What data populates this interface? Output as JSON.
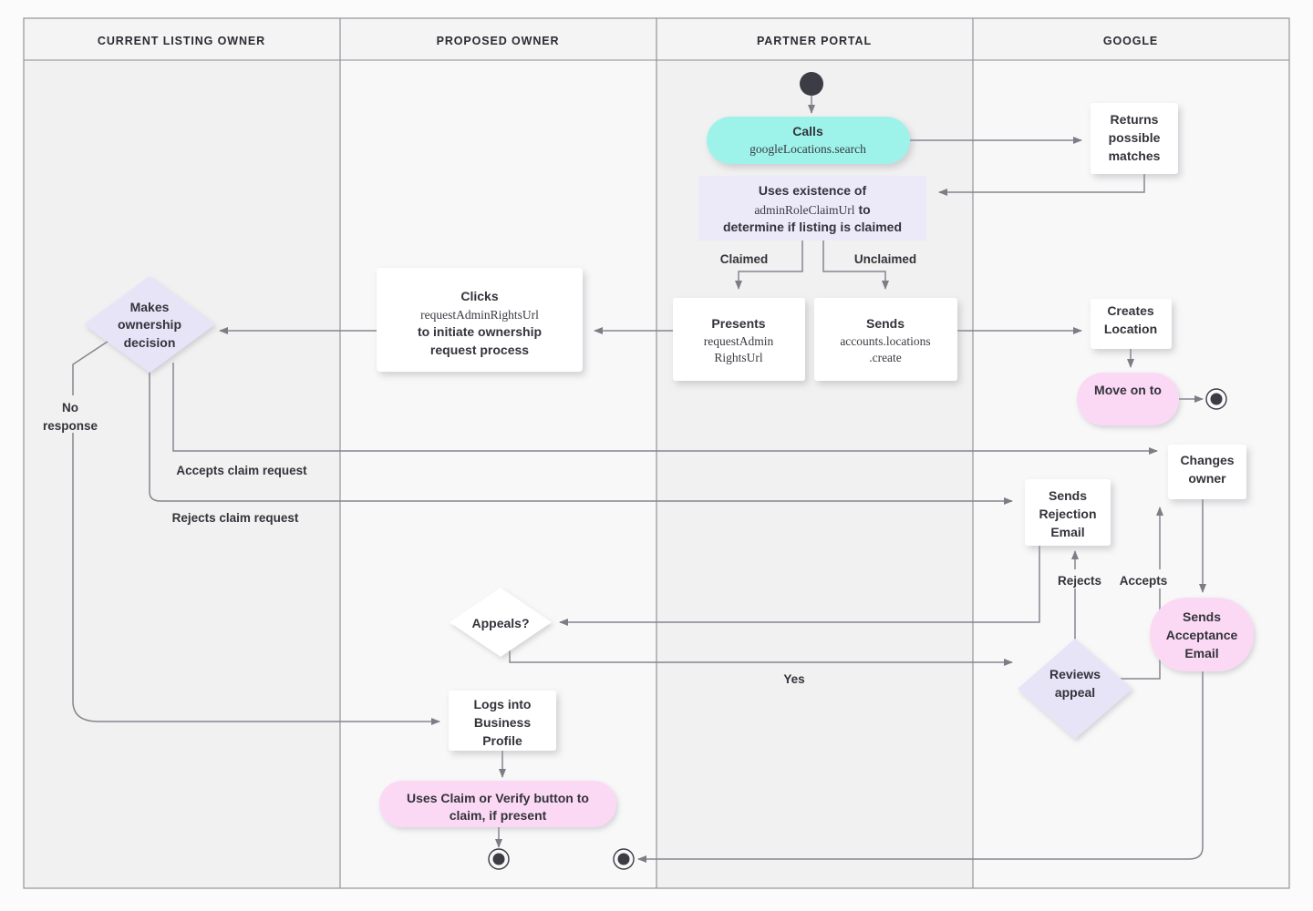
{
  "diagram": {
    "title": "Business Profile listing ownership transfer flow",
    "type": "swimlane-flowchart",
    "background": "#fbfbfb",
    "colors": {
      "lane_dark": "#f1f1f1",
      "lane_light": "#f8f8f8",
      "lane_border": "#8b8b93",
      "node_white": "#ffffff",
      "node_cyan": "#9df3ea",
      "node_lavender": "#e8e4f8",
      "node_pink": "#fbd9f4",
      "edge": "#85858f",
      "text": "#33333b",
      "terminal": "#3c3c44"
    },
    "lanes": [
      {
        "id": "lane-current-listing-owner",
        "label": "CURRENT LISTING OWNER",
        "shade": "dark"
      },
      {
        "id": "lane-proposed-owner",
        "label": "PROPOSED OWNER",
        "shade": "light"
      },
      {
        "id": "lane-partner-portal",
        "label": "PARTNER PORTAL",
        "shade": "dark"
      },
      {
        "id": "lane-google",
        "label": "GOOGLE",
        "shade": "light"
      }
    ],
    "nodes": [
      {
        "id": "start-node",
        "shape": "start-circle",
        "lane": "PARTNER PORTAL",
        "label": ""
      },
      {
        "id": "calls-google-locations-search",
        "shape": "rounded-pill",
        "fill": "cyan",
        "lane": "PARTNER PORTAL",
        "lines": [
          {
            "text": "Calls",
            "style": "bold"
          },
          {
            "text": "googleLocations.search",
            "style": "mono"
          }
        ]
      },
      {
        "id": "returns-possible-matches",
        "shape": "rect",
        "fill": "white",
        "lane": "GOOGLE",
        "lines": [
          {
            "text": "Returns",
            "style": "bold"
          },
          {
            "text": "possible",
            "style": "bold"
          },
          {
            "text": "matches",
            "style": "bold"
          }
        ]
      },
      {
        "id": "uses-existence-of-admin-role-claim-url",
        "shape": "rect",
        "fill": "lavender",
        "lane": "PARTNER PORTAL",
        "lines": [
          {
            "text": "Uses existence of",
            "style": "bold"
          },
          {
            "text": "adminRoleClaimUrl to",
            "style": "mixed"
          },
          {
            "text": "determine if listing is claimed",
            "style": "bold"
          }
        ]
      },
      {
        "id": "presents-request-admin-rights-url",
        "shape": "rect",
        "fill": "white",
        "lane": "PARTNER PORTAL",
        "lines": [
          {
            "text": "Presents",
            "style": "bold"
          },
          {
            "text": "requestAdmin",
            "style": "mono"
          },
          {
            "text": "RightsUrl",
            "style": "mono"
          }
        ]
      },
      {
        "id": "sends-accounts-locations-create",
        "shape": "rect",
        "fill": "white",
        "lane": "PARTNER PORTAL",
        "lines": [
          {
            "text": "Sends",
            "style": "bold"
          },
          {
            "text": "accounts.locations",
            "style": "mono"
          },
          {
            "text": ".create",
            "style": "mono"
          }
        ]
      },
      {
        "id": "creates-location",
        "shape": "rect",
        "fill": "white",
        "lane": "GOOGLE",
        "lines": [
          {
            "text": "Creates",
            "style": "bold"
          },
          {
            "text": "Location",
            "style": "bold"
          }
        ]
      },
      {
        "id": "move-on-to",
        "shape": "rounded-pill",
        "fill": "pink",
        "lane": "GOOGLE",
        "lines": [
          {
            "text": "Move on to",
            "style": "bold"
          }
        ]
      },
      {
        "id": "end-move-on-to",
        "shape": "end-circle",
        "lane": "GOOGLE",
        "label": ""
      },
      {
        "id": "clicks-request-admin-rights-url",
        "shape": "rect",
        "fill": "white",
        "lane": "PROPOSED OWNER",
        "lines": [
          {
            "text": "Clicks",
            "style": "bold"
          },
          {
            "text": "requestAdminRightsUrl",
            "style": "mono"
          },
          {
            "text": "to initiate ownership",
            "style": "bold"
          },
          {
            "text": "request process",
            "style": "bold"
          }
        ]
      },
      {
        "id": "makes-ownership-decision",
        "shape": "diamond",
        "fill": "lavender",
        "lane": "CURRENT LISTING OWNER",
        "lines": [
          {
            "text": "Makes",
            "style": "bold"
          },
          {
            "text": "ownership",
            "style": "bold"
          },
          {
            "text": "decision",
            "style": "bold"
          }
        ]
      },
      {
        "id": "changes-owner",
        "shape": "rect",
        "fill": "white",
        "lane": "GOOGLE",
        "lines": [
          {
            "text": "Changes",
            "style": "bold"
          },
          {
            "text": "owner",
            "style": "bold"
          }
        ]
      },
      {
        "id": "sends-rejection-email",
        "shape": "rect",
        "fill": "white",
        "lane": "GOOGLE",
        "lines": [
          {
            "text": "Sends",
            "style": "bold"
          },
          {
            "text": "Rejection",
            "style": "bold"
          },
          {
            "text": "Email",
            "style": "bold"
          }
        ]
      },
      {
        "id": "sends-acceptance-email",
        "shape": "rounded-pill",
        "fill": "pink",
        "lane": "GOOGLE",
        "lines": [
          {
            "text": "Sends",
            "style": "bold"
          },
          {
            "text": "Acceptance",
            "style": "bold"
          },
          {
            "text": "Email",
            "style": "bold"
          }
        ]
      },
      {
        "id": "appeals-decision",
        "shape": "diamond",
        "fill": "white",
        "lane": "PROPOSED OWNER",
        "lines": [
          {
            "text": "Appeals?",
            "style": "bold"
          }
        ]
      },
      {
        "id": "reviews-appeal",
        "shape": "diamond",
        "fill": "lavender",
        "lane": "GOOGLE",
        "lines": [
          {
            "text": "Reviews",
            "style": "bold"
          },
          {
            "text": "appeal",
            "style": "bold"
          }
        ]
      },
      {
        "id": "logs-into-business-profile",
        "shape": "rect",
        "fill": "white",
        "lane": "PROPOSED OWNER",
        "lines": [
          {
            "text": "Logs into",
            "style": "bold"
          },
          {
            "text": "Business",
            "style": "bold"
          },
          {
            "text": "Profile",
            "style": "bold"
          }
        ]
      },
      {
        "id": "uses-claim-or-verify-button",
        "shape": "rounded-pill",
        "fill": "pink",
        "lane": "PROPOSED OWNER",
        "lines": [
          {
            "text": "Uses Claim or Verify button to",
            "style": "bold"
          },
          {
            "text": "claim, if present",
            "style": "bold"
          }
        ]
      },
      {
        "id": "end-claim-verify",
        "shape": "end-circle",
        "lane": "PROPOSED OWNER",
        "label": ""
      },
      {
        "id": "end-acceptance",
        "shape": "end-circle",
        "lane": "PARTNER PORTAL",
        "label": ""
      }
    ],
    "edge_labels": [
      {
        "id": "edge-label-claimed",
        "text": "Claimed"
      },
      {
        "id": "edge-label-unclaimed",
        "text": "Unclaimed"
      },
      {
        "id": "edge-label-no-response",
        "text": "No response",
        "line1": "No",
        "line2": "response"
      },
      {
        "id": "edge-label-accepts-claim-request",
        "text": "Accepts claim request"
      },
      {
        "id": "edge-label-rejects-claim-request",
        "text": "Rejects claim request"
      },
      {
        "id": "edge-label-rejects",
        "text": "Rejects"
      },
      {
        "id": "edge-label-accepts",
        "text": "Accepts"
      },
      {
        "id": "edge-label-yes",
        "text": "Yes"
      }
    ]
  }
}
